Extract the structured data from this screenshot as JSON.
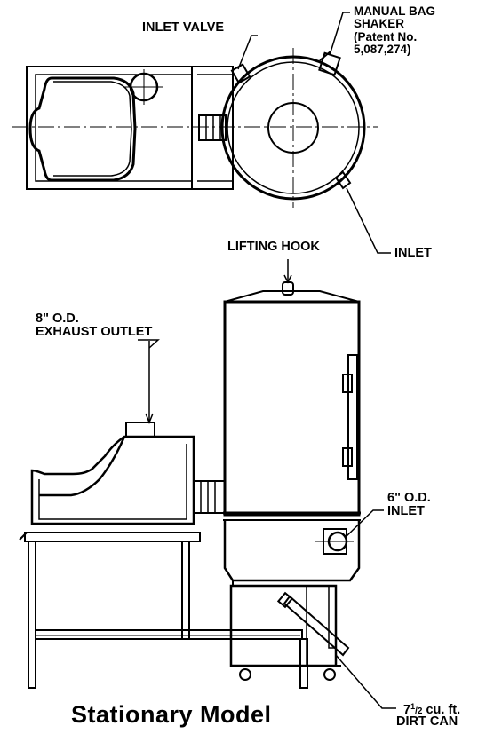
{
  "labels": {
    "inlet_valve": "INLET VALVE",
    "manual_bag_shaker": "MANUAL BAG\nSHAKER",
    "patent": "(Patent No.\n5,087,274)",
    "inlet_top": "INLET",
    "lifting_hook": "LIFTING HOOK",
    "exhaust_outlet": "8\" O.D.\nEXHAUST OUTLET",
    "side_inlet": "6\" O.D.\nINLET",
    "dirt_can_num": "7",
    "dirt_can_sup": "1",
    "dirt_can_frac": "/2",
    "dirt_can_unit": " cu. ft.",
    "dirt_can": "DIRT CAN"
  },
  "title": "Stationary Model"
}
